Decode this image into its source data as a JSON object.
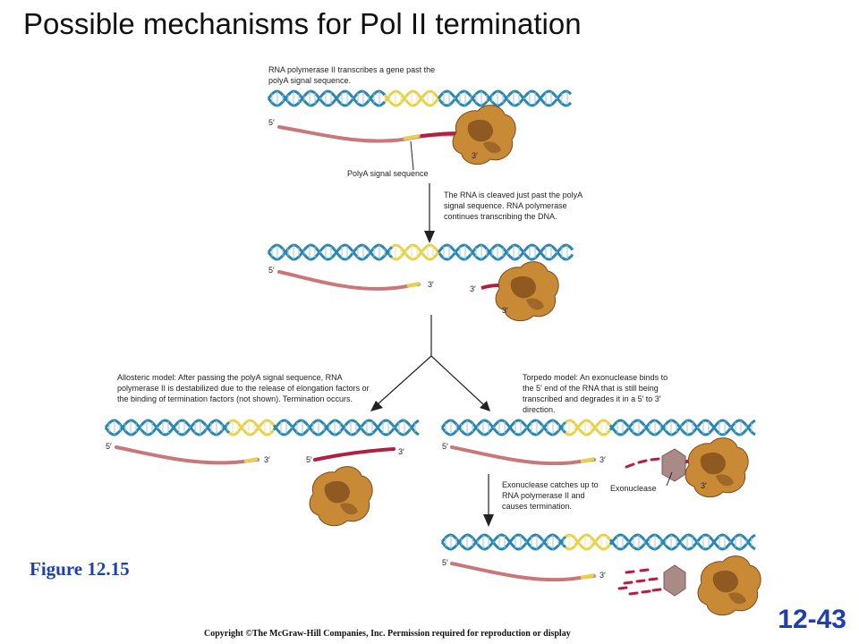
{
  "title": "Possible mechanisms for Pol II termination",
  "panels": {
    "step1_text": "RNA polymerase II transcribes a gene past the polyA signal sequence.",
    "polya_label": "PolyA signal sequence",
    "step2_text": "The RNA is cleaved just past the polyA signal sequence. RNA polymerase continues transcribing the DNA.",
    "allosteric_text": "Allosteric model: After passing the polyA signal sequence, RNA polymerase II is destabilized due to the release of elongation factors or the binding of termination factors (not shown). Termination occurs.",
    "torpedo_text": "Torpedo model: An exonuclease binds to the 5′ end of the RNA that is still being transcribed and degrades it in a 5′ to 3′ direction.",
    "exonuclease_label": "Exonuclease",
    "catchup_text": "Exonuclease catches up to RNA polymerase II and causes termination.",
    "five_prime": "5′",
    "three_prime": "3′"
  },
  "figure_label": "Figure 12.15",
  "slide_number": "12-43",
  "copyright": "Copyright ©The McGraw-Hill Companies, Inc. Permission required for reproduction or display",
  "colors": {
    "dna": "#2b87b0",
    "polya_dna": "#e6d24a",
    "rna": "#c9787a",
    "rna_dark": "#b02040",
    "polymerase": "#c98a35",
    "polymerase_dark": "#7a4a1c",
    "exonuclease": "#a98a86",
    "accent_blue": "#1f3fb0"
  }
}
